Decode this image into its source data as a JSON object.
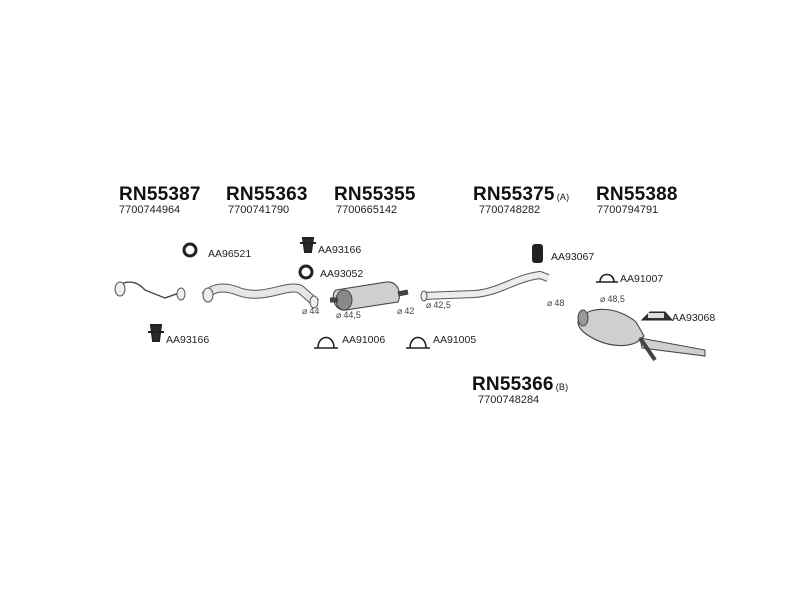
{
  "parts": [
    {
      "number": "RN55387",
      "oem": "7700744964",
      "suffix": ""
    },
    {
      "number": "RN55363",
      "oem": "7700741790",
      "suffix": ""
    },
    {
      "number": "RN55355",
      "oem": "7700665142",
      "suffix": ""
    },
    {
      "number": "RN55375",
      "oem": "7700748282",
      "suffix": "(A)"
    },
    {
      "number": "RN55388",
      "oem": "7700794791",
      "suffix": ""
    },
    {
      "number": "RN55366",
      "oem": "7700748284",
      "suffix": "(B)"
    }
  ],
  "accessories": [
    {
      "ref": "AA96521",
      "icon": "gasket-ring-icon"
    },
    {
      "ref": "AA93166",
      "icon": "rubber-mount-icon"
    },
    {
      "ref": "AA93052",
      "icon": "gasket-ring-icon"
    },
    {
      "ref": "AA93067",
      "icon": "rubber-hanger-icon"
    },
    {
      "ref": "AA91007",
      "icon": "u-clamp-icon"
    },
    {
      "ref": "AA93068",
      "icon": "rubber-strap-icon"
    },
    {
      "ref": "AA93166",
      "icon": "rubber-mount-icon"
    },
    {
      "ref": "AA91006",
      "icon": "u-clamp-icon"
    },
    {
      "ref": "AA91005",
      "icon": "u-clamp-icon"
    }
  ],
  "diameters": [
    "44",
    "44,5",
    "42",
    "42,5",
    "48",
    "48,5"
  ]
}
